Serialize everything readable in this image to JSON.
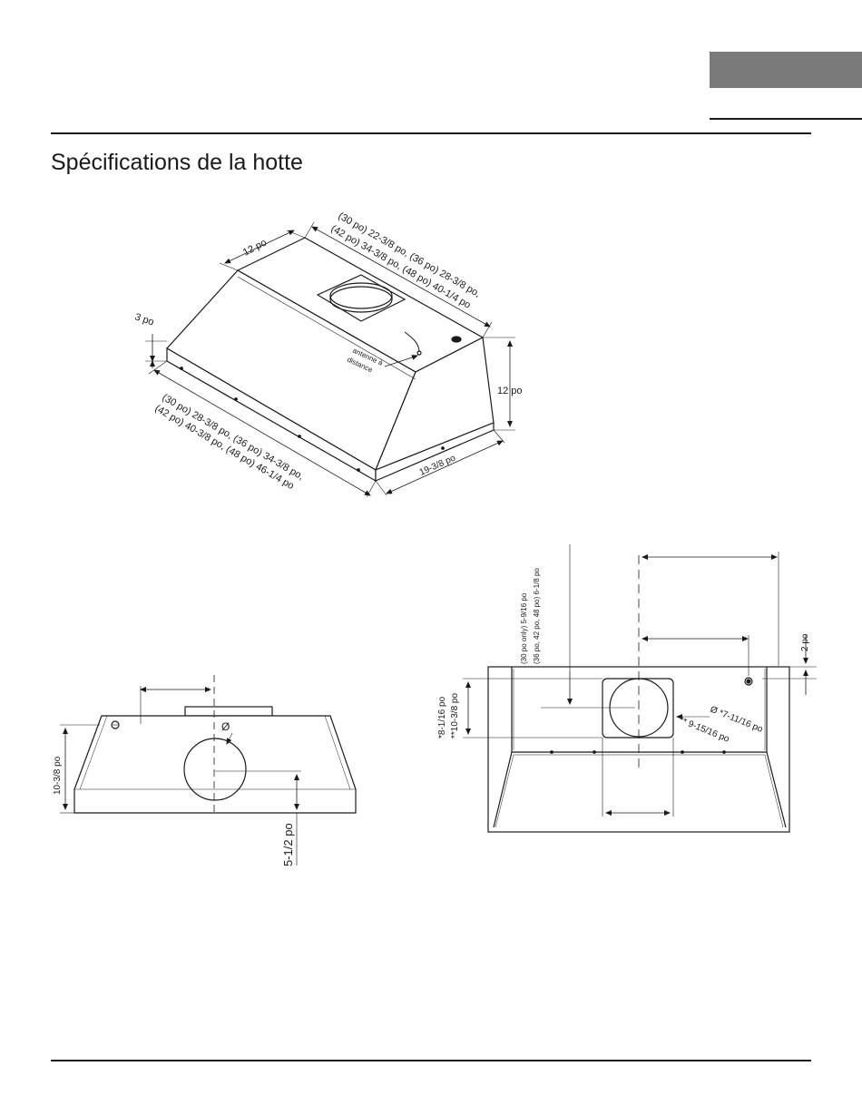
{
  "page": {
    "title": "Spécifications de la hotte"
  },
  "iso_view": {
    "depth_top": "12 po",
    "width_top_line1": "(30 po) 22-3/8 po, (36 po) 28-3/8 po,",
    "width_top_line2": "(42 po) 34-3/8 po, (48 po) 40-1/4 po",
    "front_height": "3 po",
    "side_height": "12 po",
    "antenna_line1": "antenne à",
    "antenna_line2": "distance",
    "width_bottom_line1": "(30 po) 28-3/8 po, (36 po) 34-3/8 po,",
    "width_bottom_line2": "(42 po) 40-3/8 po, (48 po) 46-1/4 po",
    "depth_bottom": "19-3/8 po"
  },
  "front_view": {
    "height": "10-3/8 po",
    "diameter_symbol": "Ø",
    "duct_offset": "5-1/2 po"
  },
  "top_view": {
    "offset_line1": "(30 po only) 5-9/16 po",
    "offset_line2": "(36 po, 42 po, 48 po) 6-1/8 po",
    "depth_line1": "*8-1/16 po",
    "depth_line2": "**10-3/8 po",
    "diameter_line1": "Ø *7-11/16 po",
    "diameter_line2": "** 9-15/16 po",
    "edge": "2 po"
  }
}
